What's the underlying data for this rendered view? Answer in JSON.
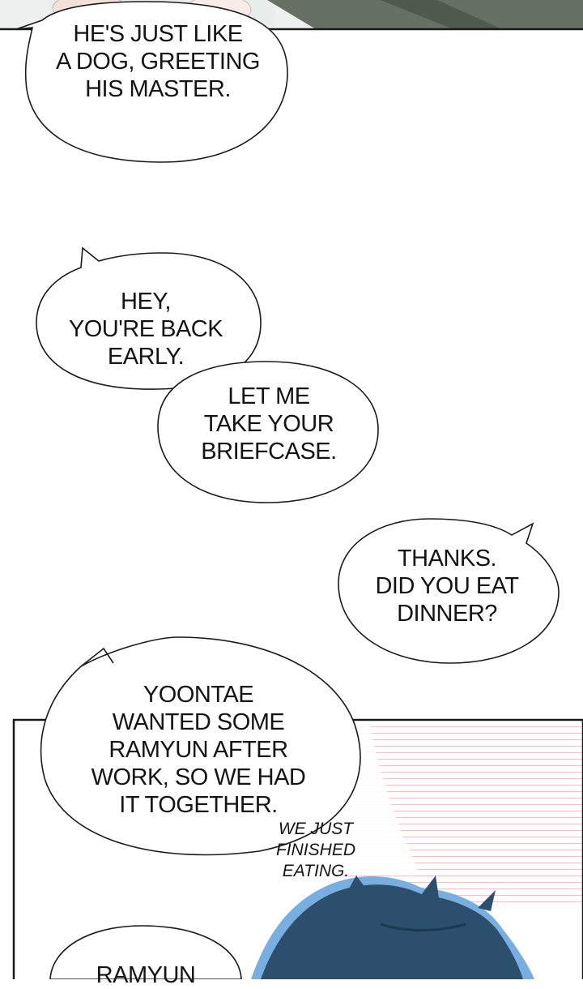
{
  "panel_top": {
    "bubble_1": [
      "HE'S JUST LIKE",
      "A DOG, GREETING",
      "HIS MASTER."
    ]
  },
  "dialogue": {
    "bubble_2": [
      "HEY,",
      "YOU'RE BACK",
      "EARLY."
    ],
    "bubble_3": [
      "LET ME",
      "TAKE YOUR",
      "BRIEFCASE."
    ],
    "bubble_4": [
      "THANKS.",
      "DID YOU EAT",
      "DINNER?"
    ],
    "bubble_5": [
      "YOONTAE",
      "WANTED SOME",
      "RAMYUN AFTER",
      "WORK, SO WE HAD",
      "IT TOGETHER."
    ],
    "aside": [
      "WE JUST",
      "FINISHED",
      "EATING."
    ],
    "bubble_6": [
      "RAMYUN"
    ]
  },
  "colors": {
    "bubble_fill": "#ffffff",
    "bubble_outline": "#1a1a1a",
    "pink_lines": "#f2c2c2",
    "hair": "#2c4f6e",
    "hair_glow": "#78aee0"
  }
}
